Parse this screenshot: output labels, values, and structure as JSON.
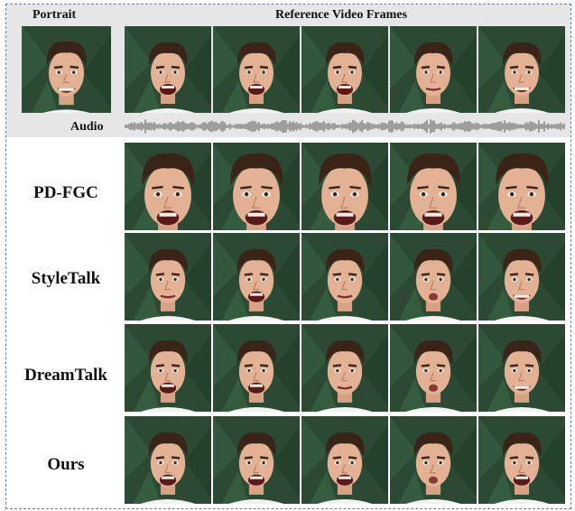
{
  "headers": {
    "portrait": "Portrait",
    "reference": "Reference Video Frames",
    "audio": "Audio"
  },
  "rows": [
    {
      "label": "PD-FGC"
    },
    {
      "label": "StyleTalk"
    },
    {
      "label": "DreamTalk"
    },
    {
      "label": "Ours"
    }
  ]
}
